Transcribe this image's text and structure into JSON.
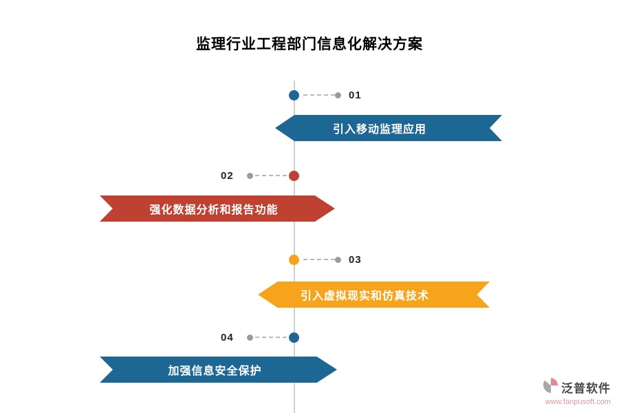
{
  "title": "监理行业工程部门信息化解决方案",
  "colors": {
    "blue": "#1d6795",
    "red": "#bf4132",
    "orange": "#f7a41d",
    "timeline": "#cfcfcf",
    "connector_dot": "#9b9b9b"
  },
  "milestones": [
    {
      "number": "01",
      "label": "引入移动监理应用",
      "color": "#1d6795",
      "side": "right"
    },
    {
      "number": "02",
      "label": "强化数据分析和报告功能",
      "color": "#bf4132",
      "side": "left"
    },
    {
      "number": "03",
      "label": "引入虚拟现实和仿真技术",
      "color": "#f7a41d",
      "side": "right"
    },
    {
      "number": "04",
      "label": "加强信息安全保护",
      "color": "#1d6795",
      "side": "left"
    }
  ],
  "logo": {
    "name": "泛普软件",
    "url": "www.fanpusoft.com"
  }
}
